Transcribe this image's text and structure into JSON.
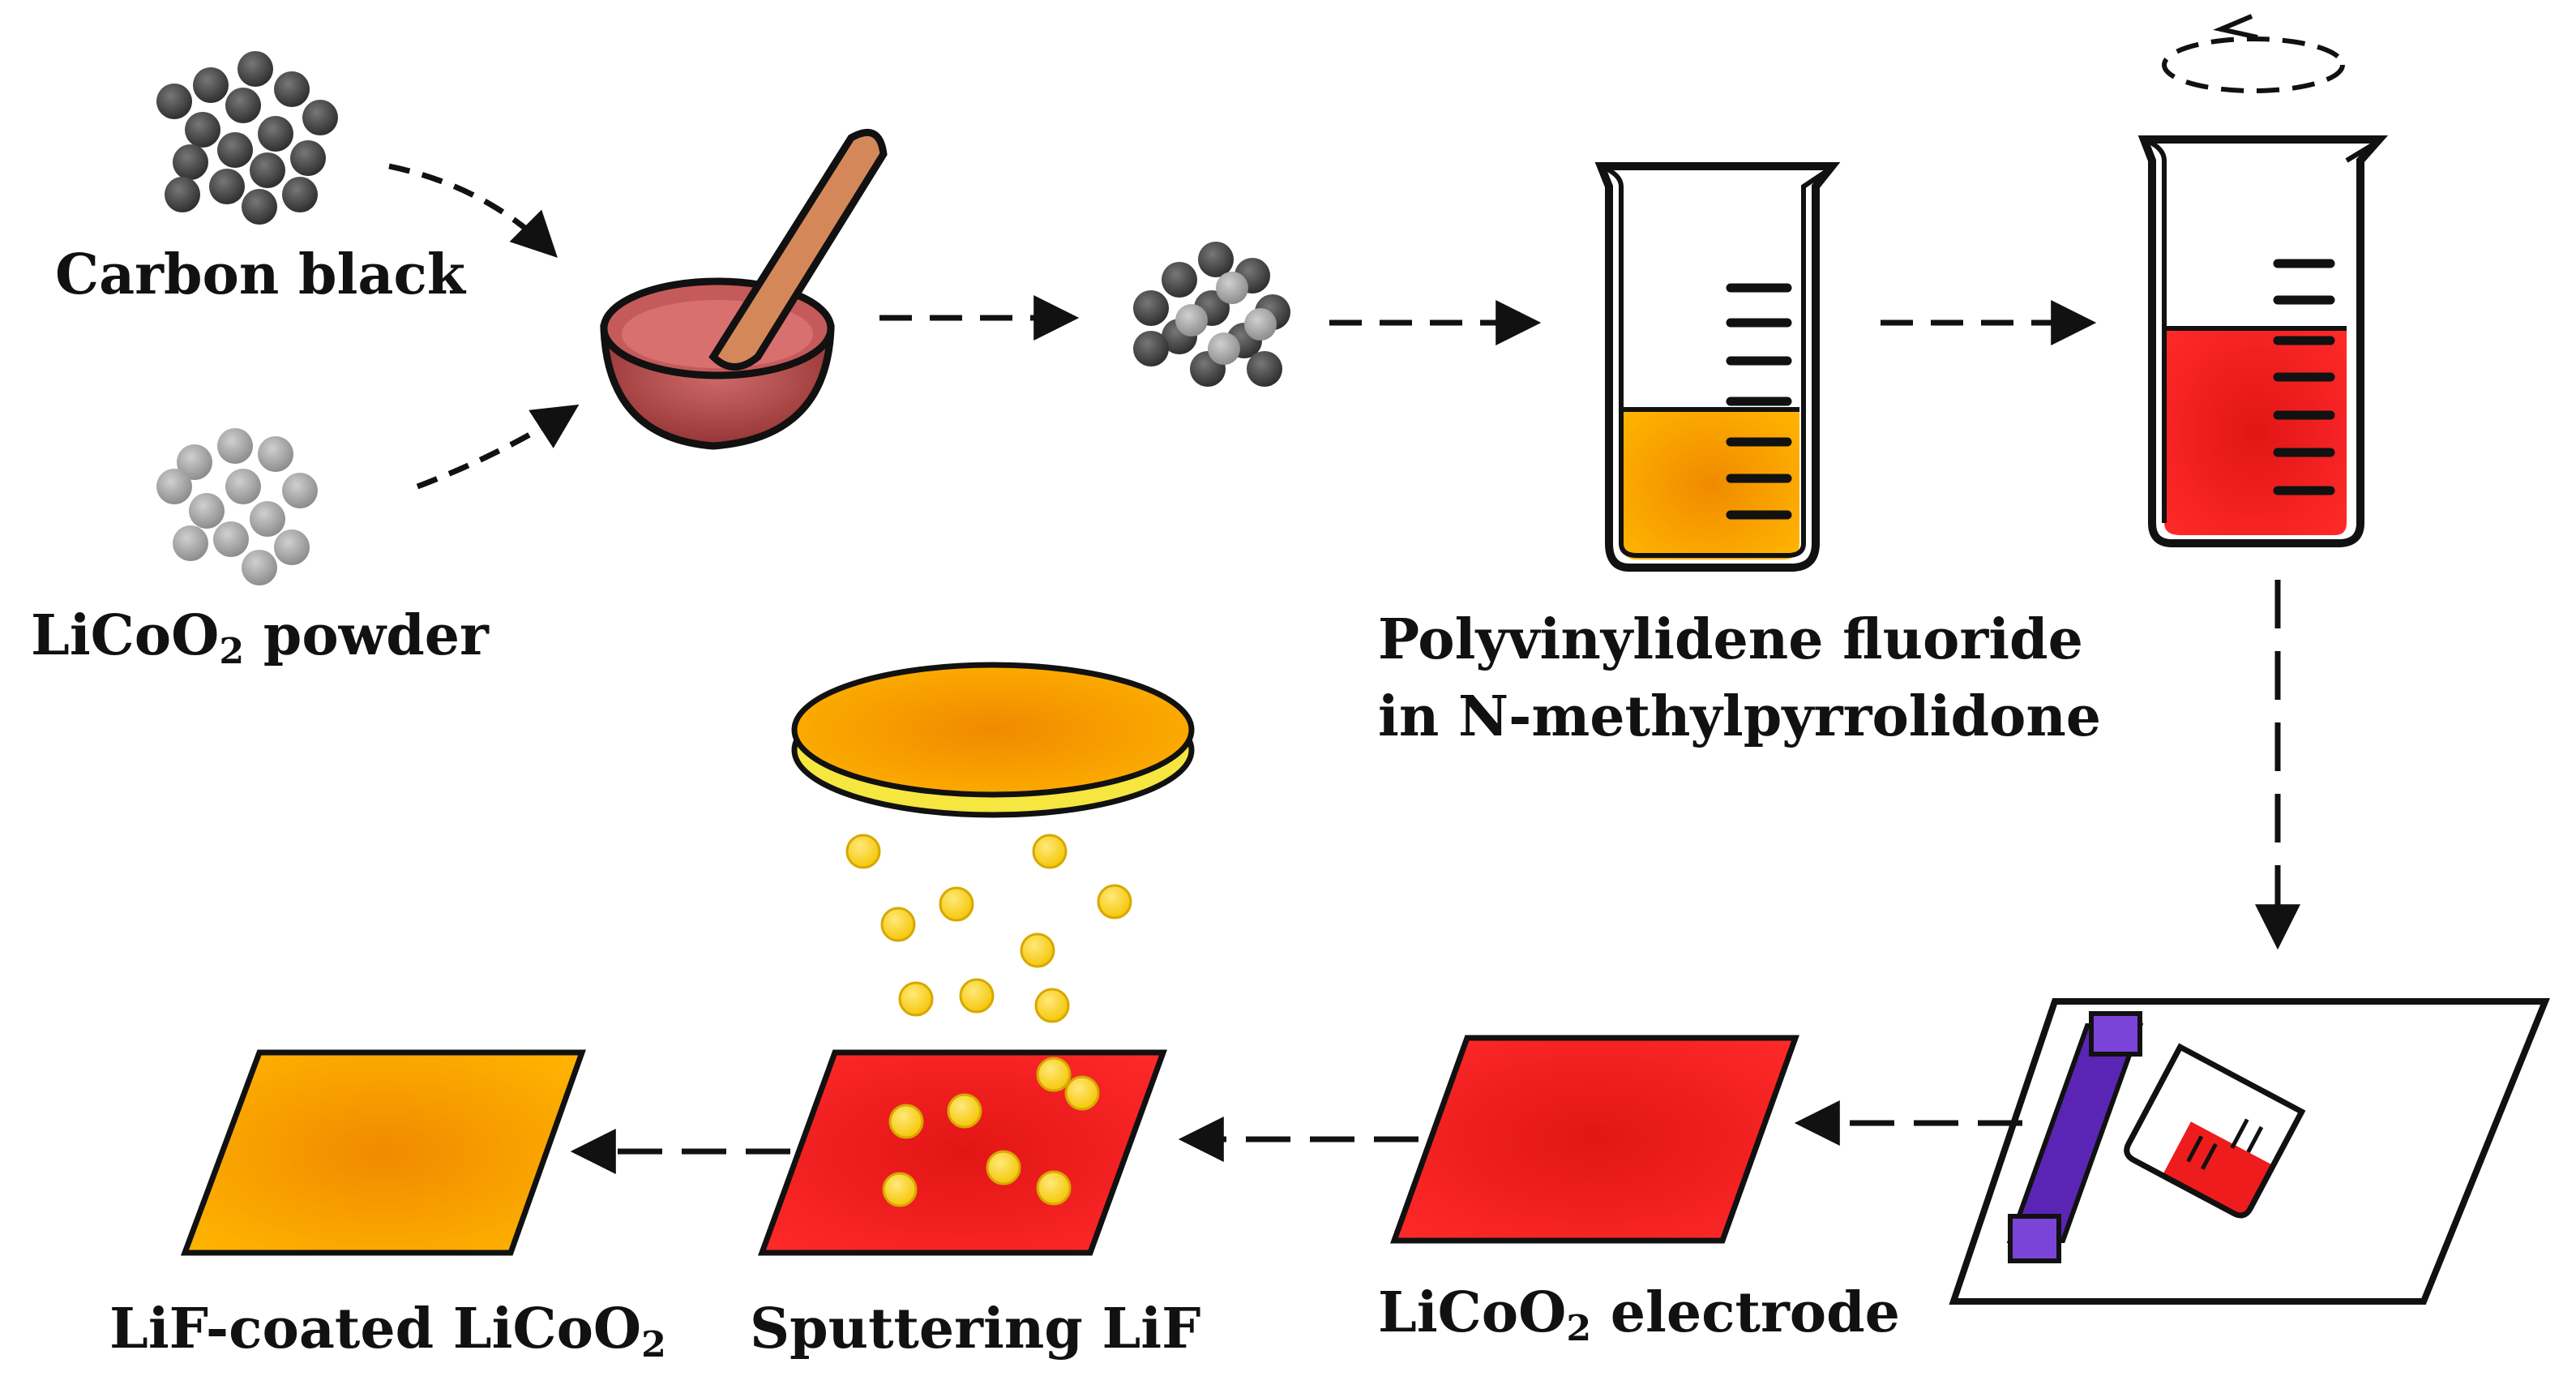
{
  "labels": {
    "carbon_black": "Carbon black",
    "licoo2_prefix": "LiCoO",
    "licoo2_sub": "2",
    "licoo2_suffix": " powder",
    "pvdf_line1": "Polyvinylidene fluoride",
    "pvdf_line2": "in N-methylpyrrolidone",
    "electrode_prefix": "LiCoO",
    "electrode_sub": "2",
    "electrode_suffix": " electrode",
    "sputtering": "Sputtering LiF",
    "coated_prefix": "LiF-coated LiCoO",
    "coated_sub": "2"
  },
  "colors": {
    "carbon": "#3a3a3a",
    "licoo2": "#9a9a9a",
    "mortar": "#a23b3a",
    "mortar_inner": "#c95c5c",
    "pestle": "#d4885a",
    "pvdf_solution": "#f5a000",
    "slurry": "#ee1c1c",
    "target_top": "#f7a800",
    "target_edge": "#f5e640",
    "lif_particle": "#f5d000",
    "electrode": "#ee1010",
    "coated": "#f7a000",
    "doctor_blade": "#6a2fc7",
    "line": "#111111"
  }
}
